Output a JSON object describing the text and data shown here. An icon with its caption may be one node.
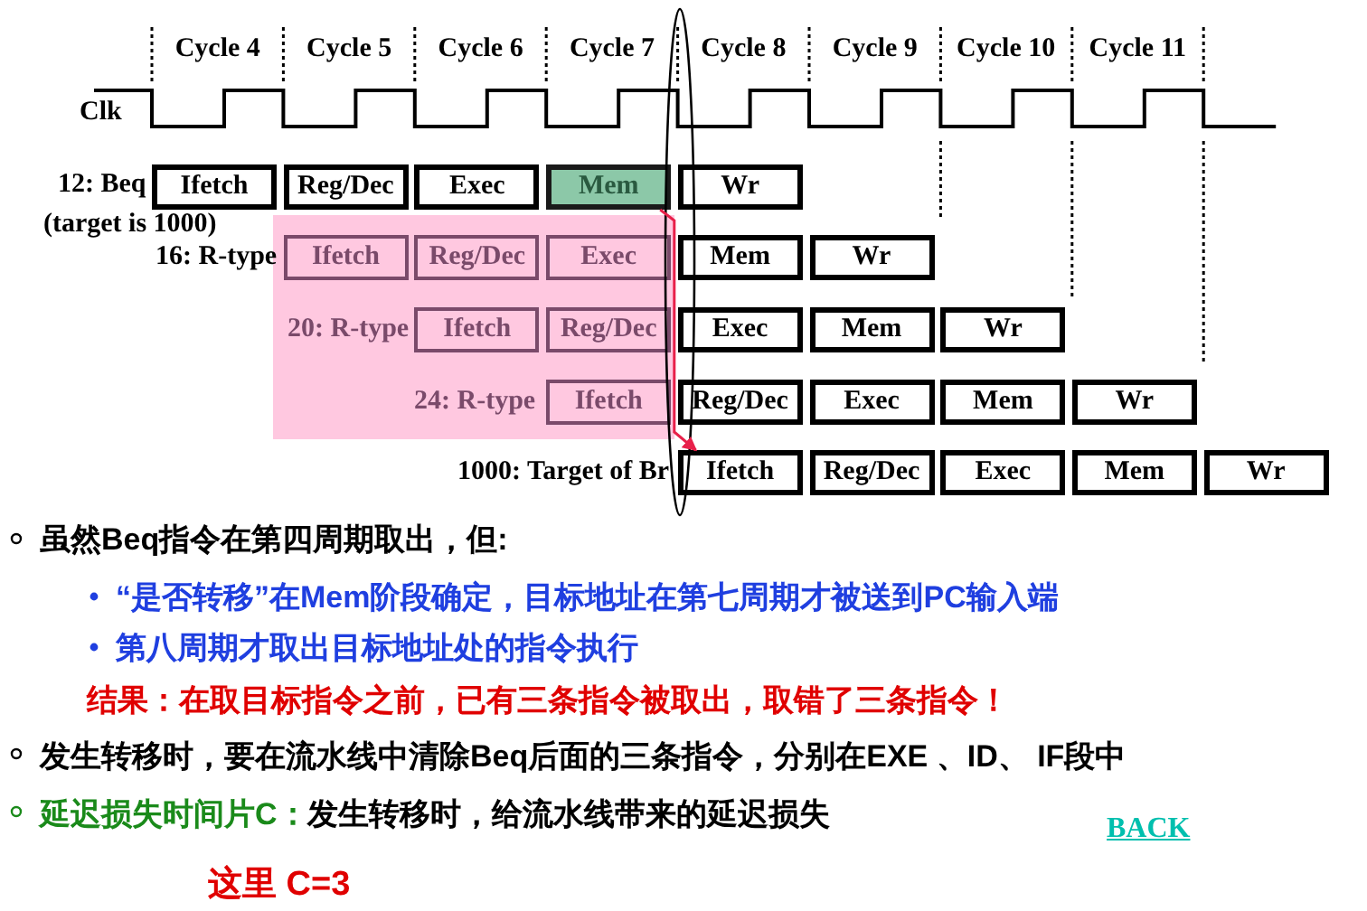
{
  "diagram": {
    "nodes": [
      {
        "text": [
          "Ifetch"
        ]
      },
      {
        "text": [
          "Reg/Dec"
        ]
      },
      {
        "text": [
          "Exec"
        ]
      },
      {
        "text": [
          "Mem"
        ]
      },
      {
        "text": [
          "Wr"
        ]
      },
      {
        "text": [
          "Ifetch"
        ]
      },
      {
        "text": [
          "Reg/Dec"
        ]
      },
      {
        "text": [
          "Exec"
        ]
      },
      {
        "text": [
          "Mem"
        ]
      },
      {
        "text": [
          "Wr"
        ]
      },
      {
        "text": [
          "Ifetch"
        ]
      },
      {
        "text": [
          "Reg/Dec"
        ]
      },
      {
        "text": [
          "Exec"
        ]
      },
      {
        "text": [
          "Mem"
        ]
      },
      {
        "text": [
          "Wr"
        ]
      },
      {
        "text": [
          "Ifetch"
        ]
      },
      {
        "text": [
          "Reg/Dec"
        ]
      },
      {
        "text": [
          "Exec"
        ]
      },
      {
        "text": [
          "Mem"
        ]
      },
      {
        "text": [
          "Wr"
        ]
      },
      {
        "text": [
          "Ifetch"
        ]
      },
      {
        "text": [
          "Reg/Dec"
        ]
      },
      {
        "text": [
          "Exec"
        ]
      },
      {
        "text": [
          "Mem"
        ]
      },
      {
        "text": [
          "Wr"
        ]
      }
    ],
    "edges": [
      {
        "from": 3,
        "to": 20,
        "arrow": "to",
        "color": "#e8204a"
      }
    ],
    "labels": [
      "Cycle 4",
      "Cycle 5",
      "Cycle 6",
      "Cycle 7",
      "Cycle 8",
      "Cycle 9",
      "Cycle 10",
      "Cycle 11",
      "Clk",
      "12: Beq",
      "(target is 1000)",
      "16: R-type",
      "20: R-type",
      "24: R-type",
      "1000: Target of Br",
      "虽然Beq指令在第四周期取出，但:",
      "“是否转移”在Mem阶段确定，目标地址在第七周期才被送到PC输入端",
      "第八周期才取出目标地址处的指令执行",
      "结果：在取目标指令之前，已有三条指令被取出，取错了三条指令！",
      "发生转移时，要在流水线中清除Beq后面的三条指令，分别在EXE 、ID、 IF段中",
      "延迟损失时间片C：",
      "发生转移时，给流水线带来的延迟损失",
      "BACK",
      "这里 C=3"
    ]
  }
}
